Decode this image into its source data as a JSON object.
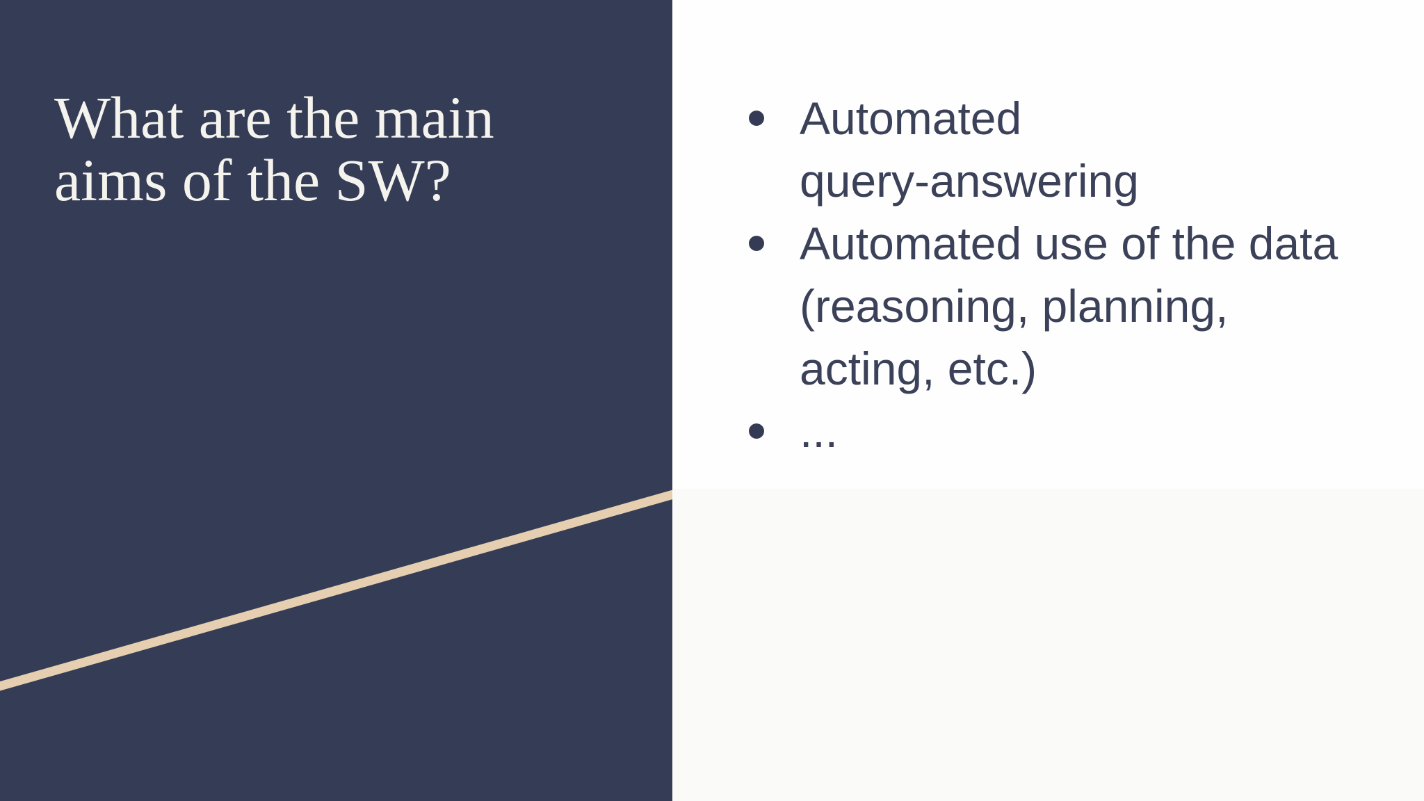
{
  "slide": {
    "kind": "presentation-slide",
    "title": {
      "full_text": "What are the main aims of the SW?",
      "lines": [
        "What are the main",
        "aims of the SW?"
      ]
    },
    "bullets": {
      "items": [
        {
          "full_text": "Automated query-answering",
          "lines": [
            "Automated",
            "query-answering"
          ]
        },
        {
          "full_text": "Automated use of the data (reasoning, planning, acting, etc.)",
          "lines": [
            "Automated use of the data",
            "(reasoning, planning,",
            "acting, etc.)"
          ]
        },
        {
          "full_text": "...",
          "lines": [
            "..."
          ]
        }
      ]
    },
    "colors": {
      "panel_navy": "#353c55",
      "accent_tan": "#e6cfb0",
      "title_text": "#f4f3ee",
      "body_text": "#3b4158",
      "bullet_marker": "#353b54",
      "content_background": "#fefefe",
      "page_background": "#fafaf9"
    }
  }
}
